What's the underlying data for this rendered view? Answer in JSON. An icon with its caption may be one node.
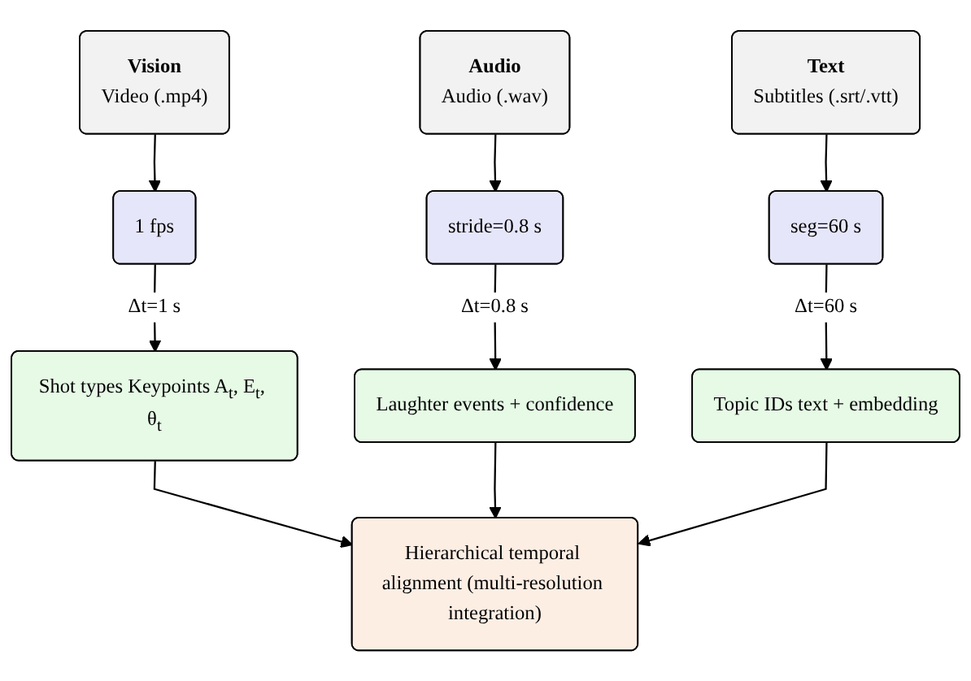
{
  "diagram": {
    "nodes": [
      {
        "text": [
          "Vision",
          "Video (.mp4)"
        ]
      },
      {
        "text": [
          "Audio",
          "Audio (.wav)"
        ]
      },
      {
        "text": [
          "Text",
          "Subtitles (.srt/.vtt)"
        ]
      },
      {
        "text": [
          "1 fps"
        ]
      },
      {
        "text": [
          "stride=0.8 s"
        ]
      },
      {
        "text": [
          "seg=60 s"
        ]
      },
      {
        "text": [
          "Shot types Keypoints A$_{t}$, E$_{t}$, θ$_{t}$"
        ]
      },
      {
        "text": [
          "Laughter events + confidence"
        ]
      },
      {
        "text": [
          "Topic IDs text + embedding"
        ]
      },
      {
        "text": [
          "Hierarchical temporal alignment (multi-resolution integration)"
        ]
      }
    ],
    "edges": [
      {
        "from": 0,
        "to": 3,
        "arrow": "to"
      },
      {
        "from": 1,
        "to": 4,
        "arrow": "to"
      },
      {
        "from": 2,
        "to": 5,
        "arrow": "to"
      },
      {
        "from": 3,
        "to": 6,
        "arrow": "to",
        "label": "Δt=1 s"
      },
      {
        "from": 4,
        "to": 7,
        "arrow": "to",
        "label": "Δt=0.8 s"
      },
      {
        "from": 5,
        "to": 8,
        "arrow": "to",
        "label": "Δt=60 s"
      },
      {
        "from": 6,
        "to": 9,
        "arrow": "to"
      },
      {
        "from": 7,
        "to": 9,
        "arrow": "to"
      },
      {
        "from": 8,
        "to": 9,
        "arrow": "to"
      }
    ]
  }
}
